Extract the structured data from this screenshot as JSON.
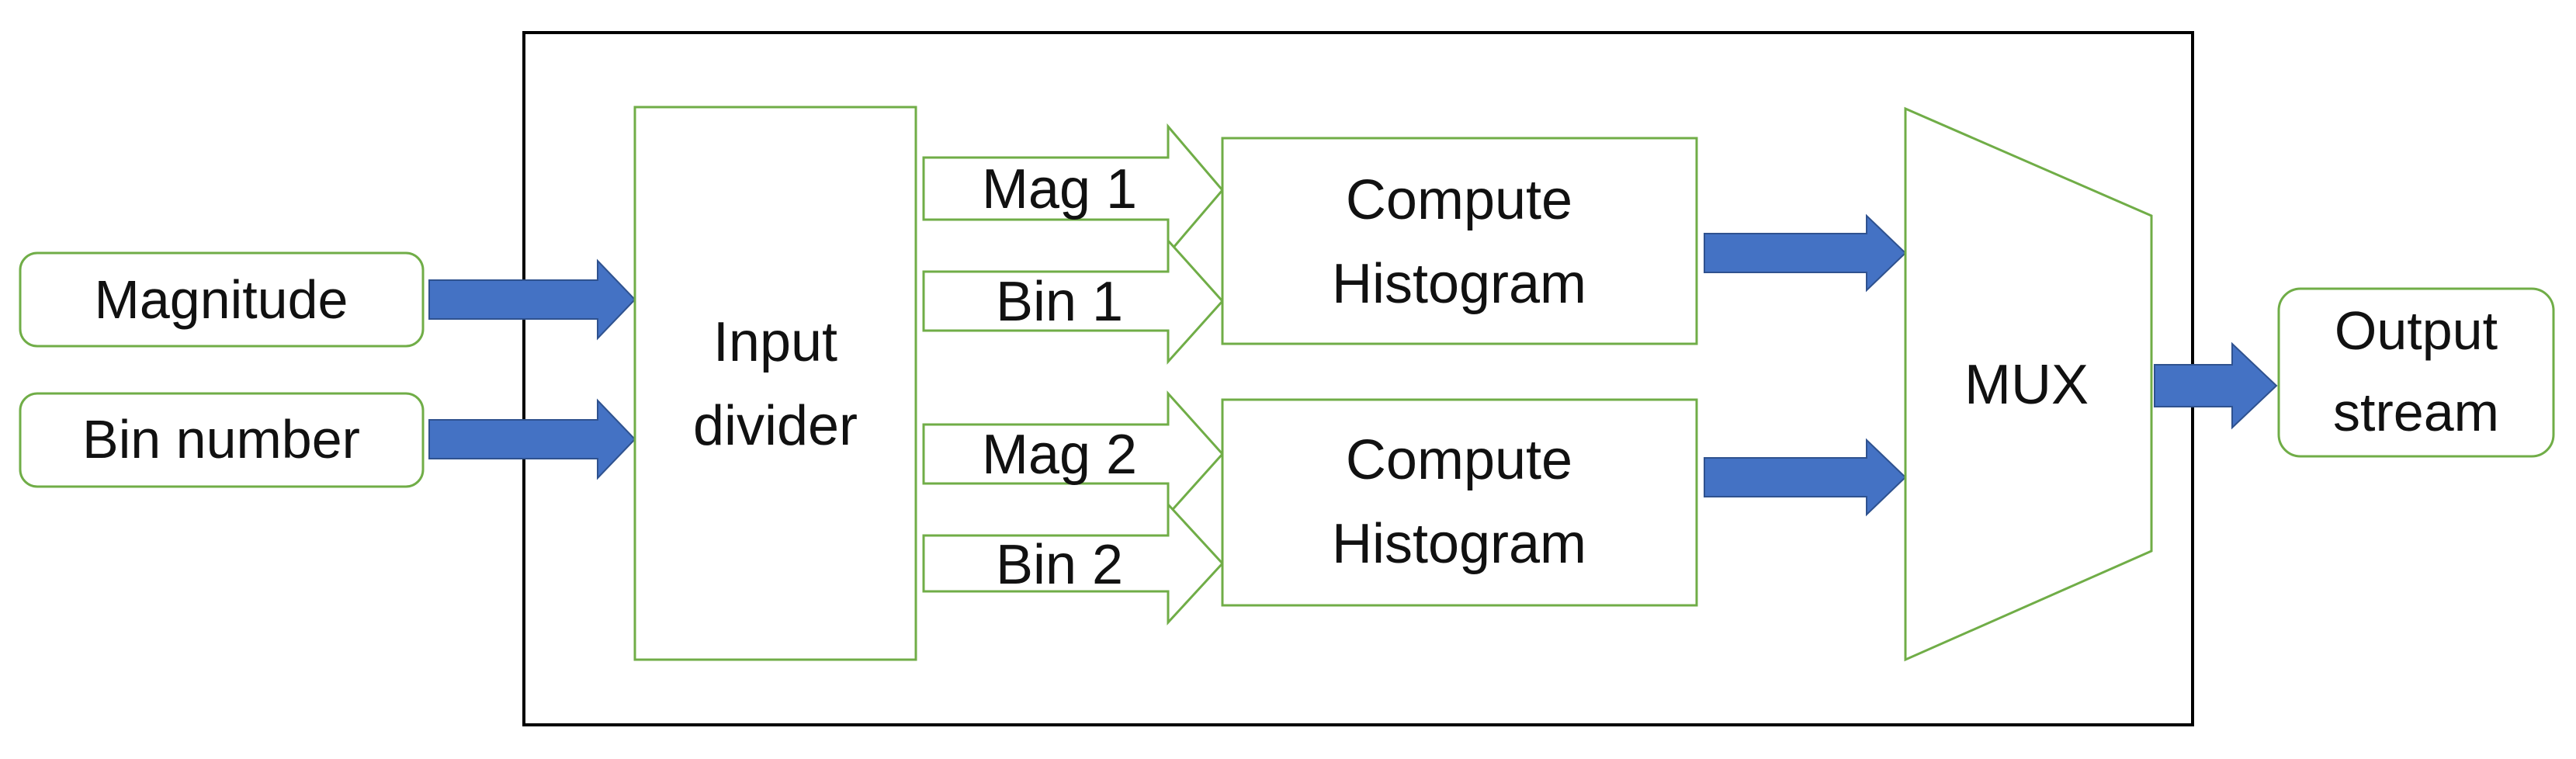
{
  "inputs": {
    "magnitude": "Magnitude",
    "bin_number": "Bin number"
  },
  "divider": {
    "line1": "Input",
    "line2": "divider"
  },
  "signals": {
    "mag1": "Mag 1",
    "bin1": "Bin 1",
    "mag2": "Mag 2",
    "bin2": "Bin 2"
  },
  "histograms": [
    {
      "line1": "Compute",
      "line2": "Histogram"
    },
    {
      "line1": "Compute",
      "line2": "Histogram"
    }
  ],
  "mux": {
    "label": "MUX"
  },
  "output": {
    "line1": "Output",
    "line2": "stream"
  },
  "colors": {
    "outline_green": "#70ad47",
    "arrow_blue": "#4472c4",
    "frame_black": "#000000"
  }
}
